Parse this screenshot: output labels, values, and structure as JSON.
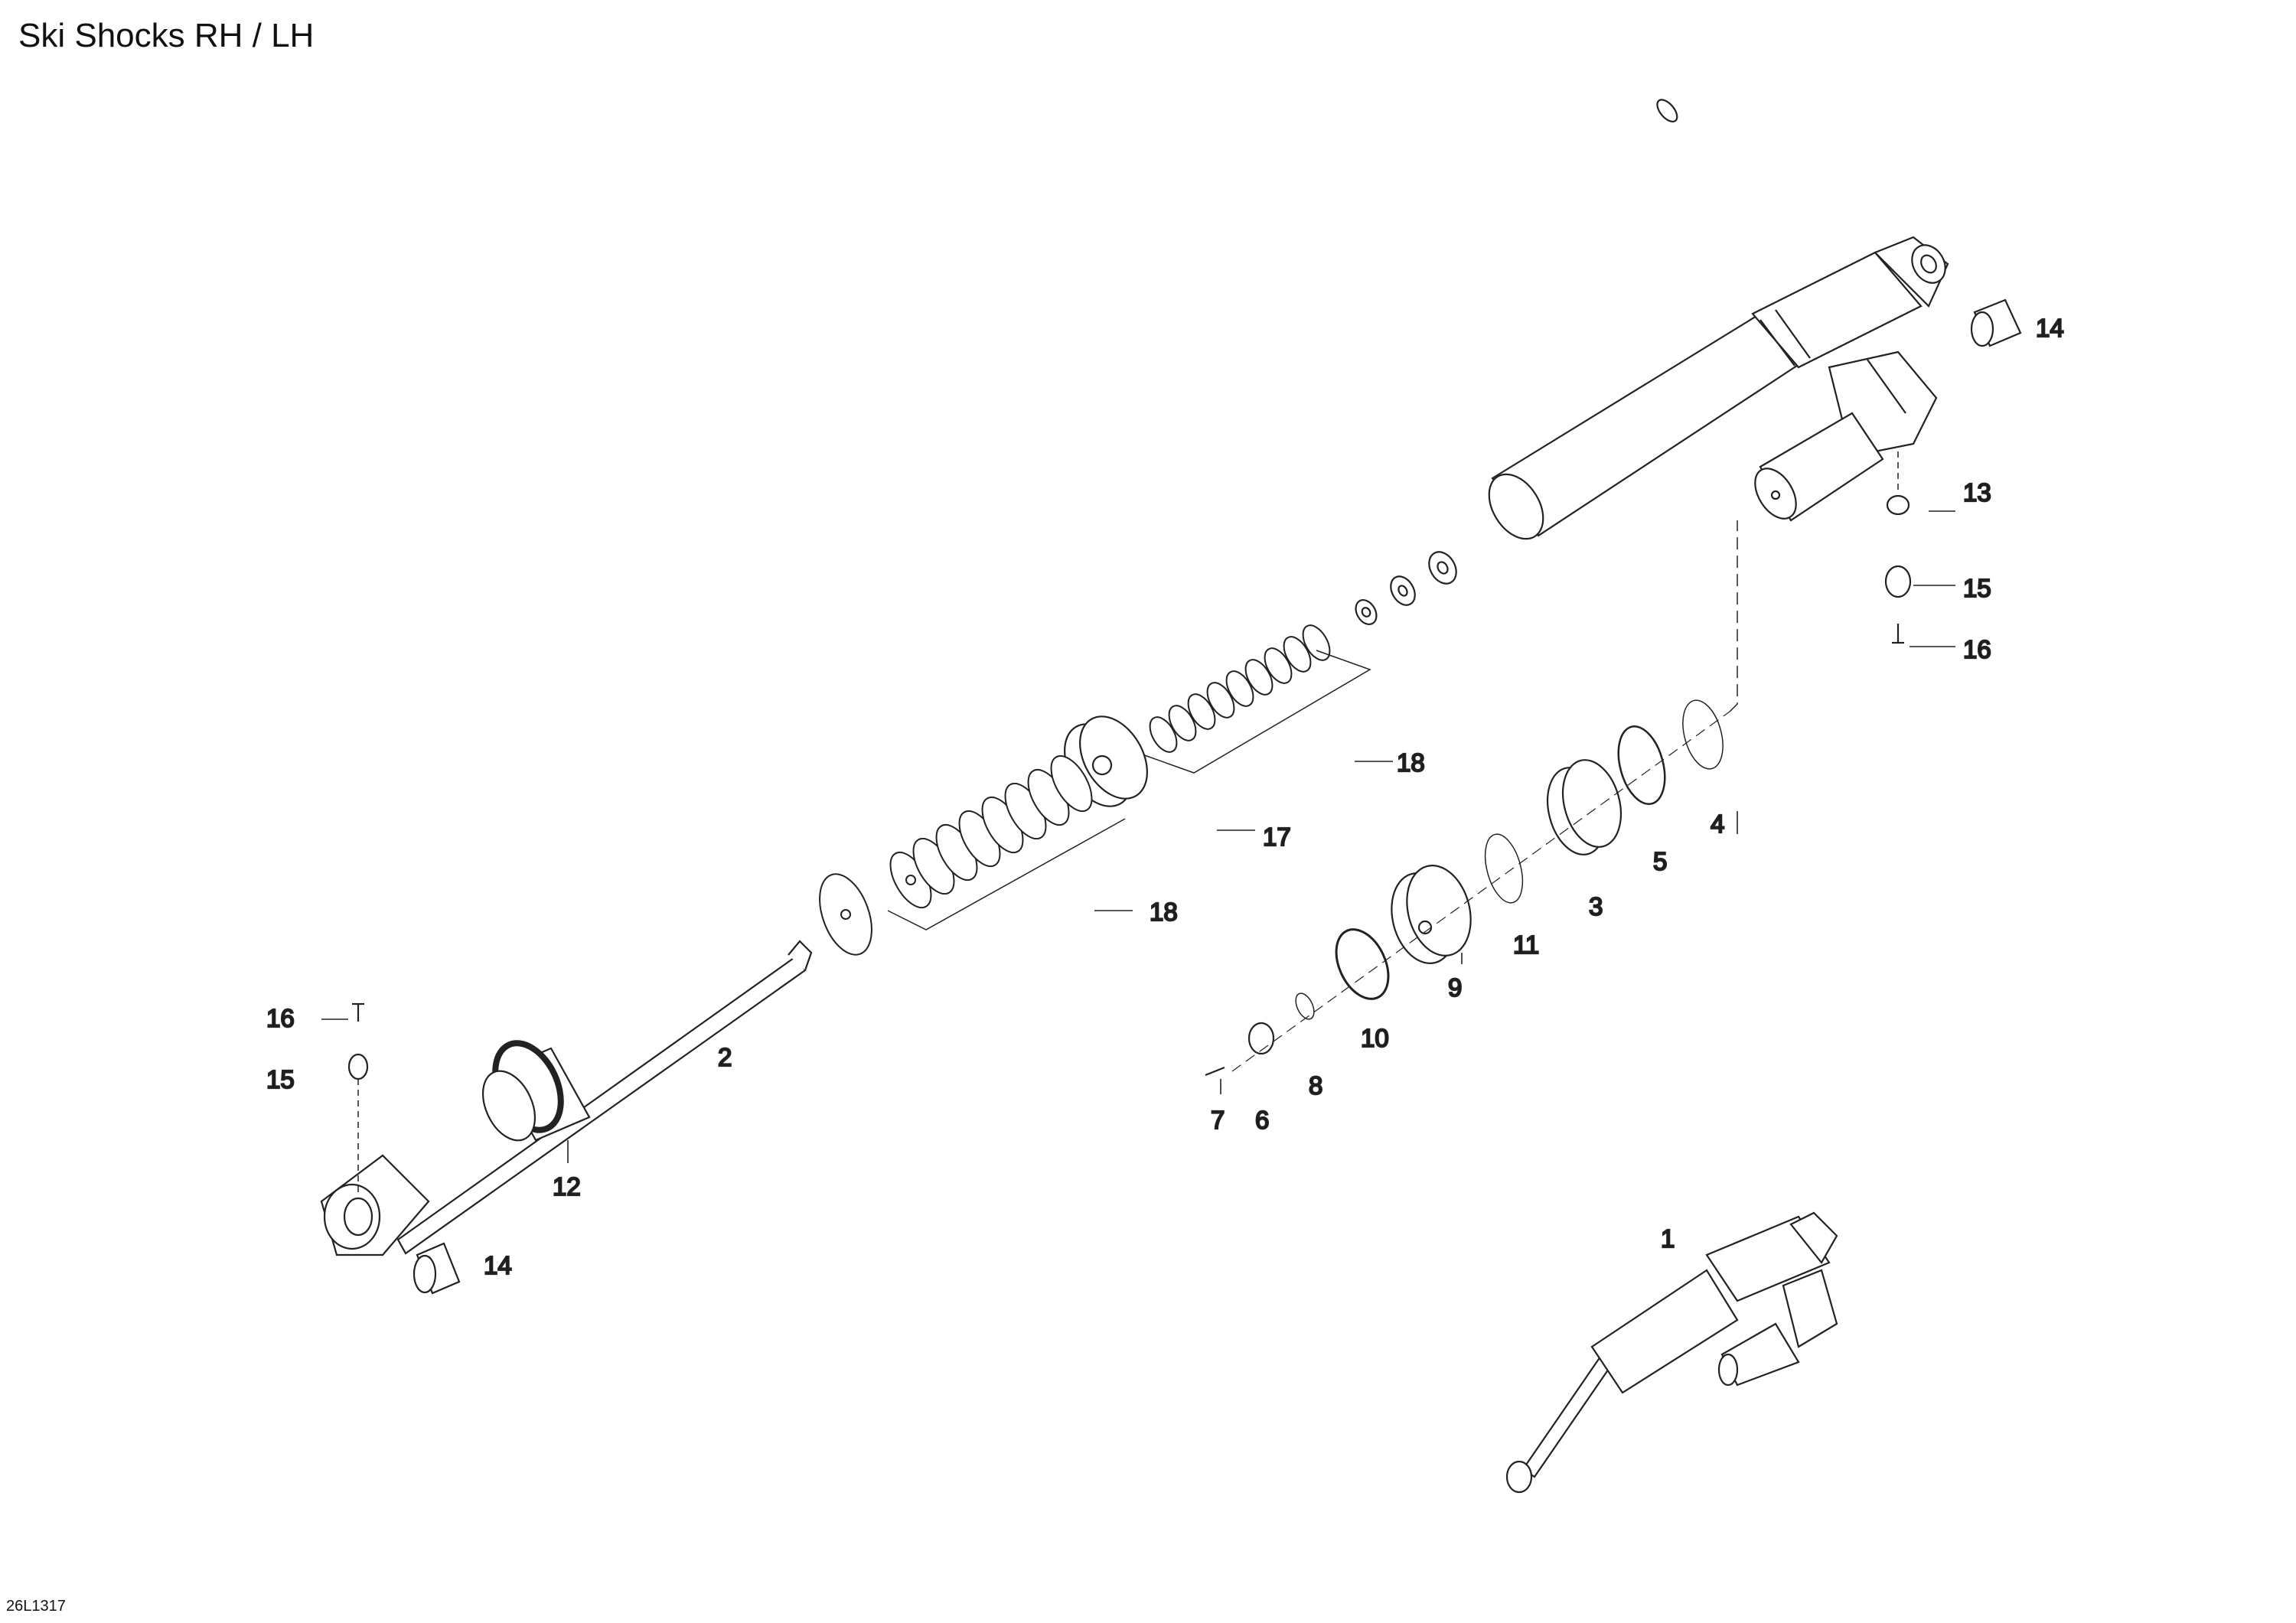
{
  "title": "Ski Shocks RH / LH",
  "drawing_code": "26L1317",
  "callouts": {
    "c1": "1",
    "c2": "2",
    "c3": "3",
    "c4": "4",
    "c5": "5",
    "c6": "6",
    "c7": "7",
    "c8": "8",
    "c9": "9",
    "c10": "10",
    "c11": "11",
    "c12": "12",
    "c13": "13",
    "c14a": "14",
    "c14b": "14",
    "c15a": "15",
    "c15b": "15",
    "c16a": "16",
    "c16b": "16",
    "c17": "17",
    "c18a": "18",
    "c18b": "18"
  }
}
